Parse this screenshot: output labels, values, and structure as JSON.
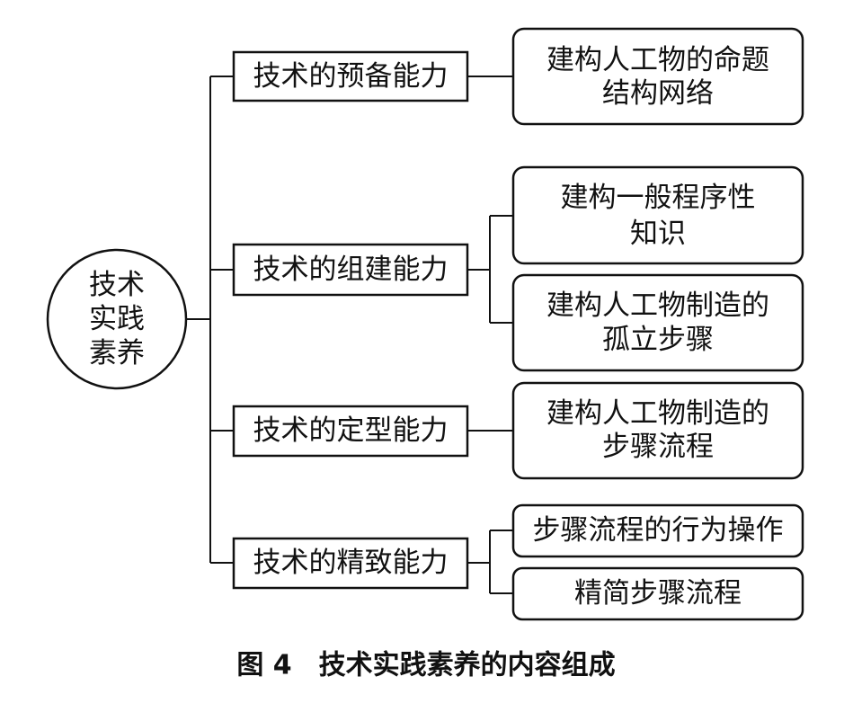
{
  "root": {
    "lines": [
      "技术",
      "实践",
      "素养"
    ]
  },
  "branches": [
    {
      "label": "技术的预备能力",
      "leaves": [
        {
          "lines": [
            "建构人工物的命题",
            "结构网络"
          ]
        }
      ]
    },
    {
      "label": "技术的组建能力",
      "leaves": [
        {
          "lines": [
            "建构一般程序性",
            "知识"
          ]
        },
        {
          "lines": [
            "建构人工物制造的",
            "孤立步骤"
          ]
        }
      ]
    },
    {
      "label": "技术的定型能力",
      "leaves": [
        {
          "lines": [
            "建构人工物制造的",
            "步骤流程"
          ]
        }
      ]
    },
    {
      "label": "技术的精致能力",
      "leaves": [
        {
          "lines": [
            "步骤流程的行为操作"
          ]
        },
        {
          "lines": [
            "精简步骤流程"
          ]
        }
      ]
    }
  ],
  "caption": "图 4　技术实践素养的内容组成"
}
